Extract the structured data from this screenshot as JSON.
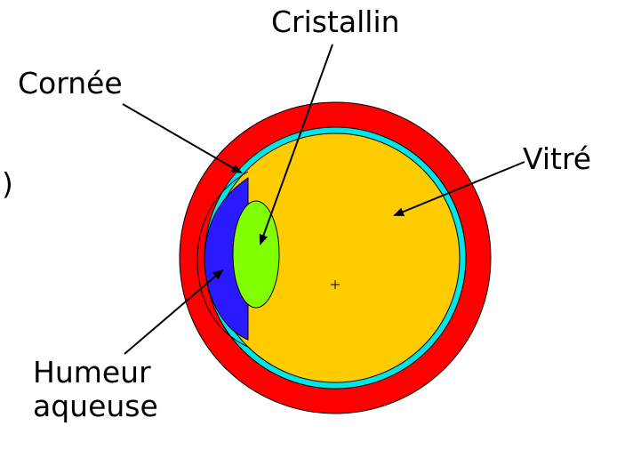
{
  "labels": {
    "cristallin": "Cristallin",
    "cornee": "Cornée",
    "vitre": "Vitré",
    "humeur_line1": "Humeur",
    "humeur_line2": "aqueuse",
    "edge_glyph": ")"
  },
  "colors": {
    "sclera": "#ff0000",
    "retina_ring": "#00e5e5",
    "vitreous": "#ffcc00",
    "aqueous": "#2a1aff",
    "lens": "#80ff00",
    "cornea_outline": "#000000",
    "arrow": "#000000"
  }
}
